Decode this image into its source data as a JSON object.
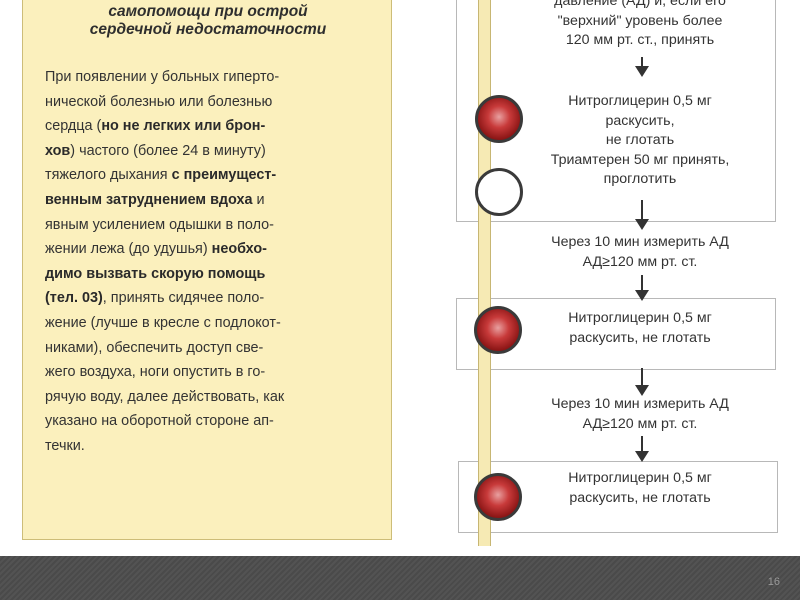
{
  "left_panel": {
    "title_lines": [
      "",
      "самопомощи при острой",
      "сердечной недостаточности"
    ],
    "body": {
      "l1": "При появлении у больных гиперто-",
      "l2": "нической болезнью или болезнью",
      "l3a": "сердца (",
      "l3b": "но не легких или брон-",
      "l4a": "хов",
      "l4b": ") частого (более 24 в минуту)",
      "l5a": "тяжелого дыхания ",
      "l5b": "с преимущест-",
      "l6a": "венным затруднением вдоха",
      "l6b": " и",
      "l7": "явным усилением одышки в поло-",
      "l8a": "жении лежа (до удушья) ",
      "l8b": "необхо-",
      "l9": "димо вызвать скорую помощь",
      "l10a": "(тел. 03)",
      "l10b": ", принять сидячее поло-",
      "l11": "жение (лучше в кресле с подлокот-",
      "l12": "никами), обеспечить доступ све-",
      "l13": "жего воздуха, ноги опустить в го-",
      "l14": "рячую воду, далее действовать, как",
      "l15": "указано на оборотной стороне ап-",
      "l16": "течки."
    }
  },
  "flow": {
    "step1": [
      "",
      "давление (АД) и, если его",
      "\"верхний\" уровень более",
      "120 мм рт. ст., принять"
    ],
    "step2": [
      "Нитроглицерин 0,5 мг",
      "раскусить,",
      "не глотать",
      "Триамтерен 50 мг принять,",
      "проглотить"
    ],
    "step3": [
      "Через 10 мин измерить АД",
      "АД≥120 мм рт. ст."
    ],
    "step4": [
      "Нитроглицерин 0,5 мг",
      "раскусить, не глотать"
    ],
    "step5": [
      "Через 10 мин измерить АД",
      "АД≥120 мм рт. ст."
    ],
    "step6": [
      "Нитроглицерин 0,5 мг",
      "раскусить, не глотать"
    ]
  },
  "colors": {
    "panel": "#fbf0bd",
    "red_dot": "#c83a3a",
    "bottom_bar": "#4a4a4a"
  },
  "footer": {
    "page_number": "16"
  }
}
